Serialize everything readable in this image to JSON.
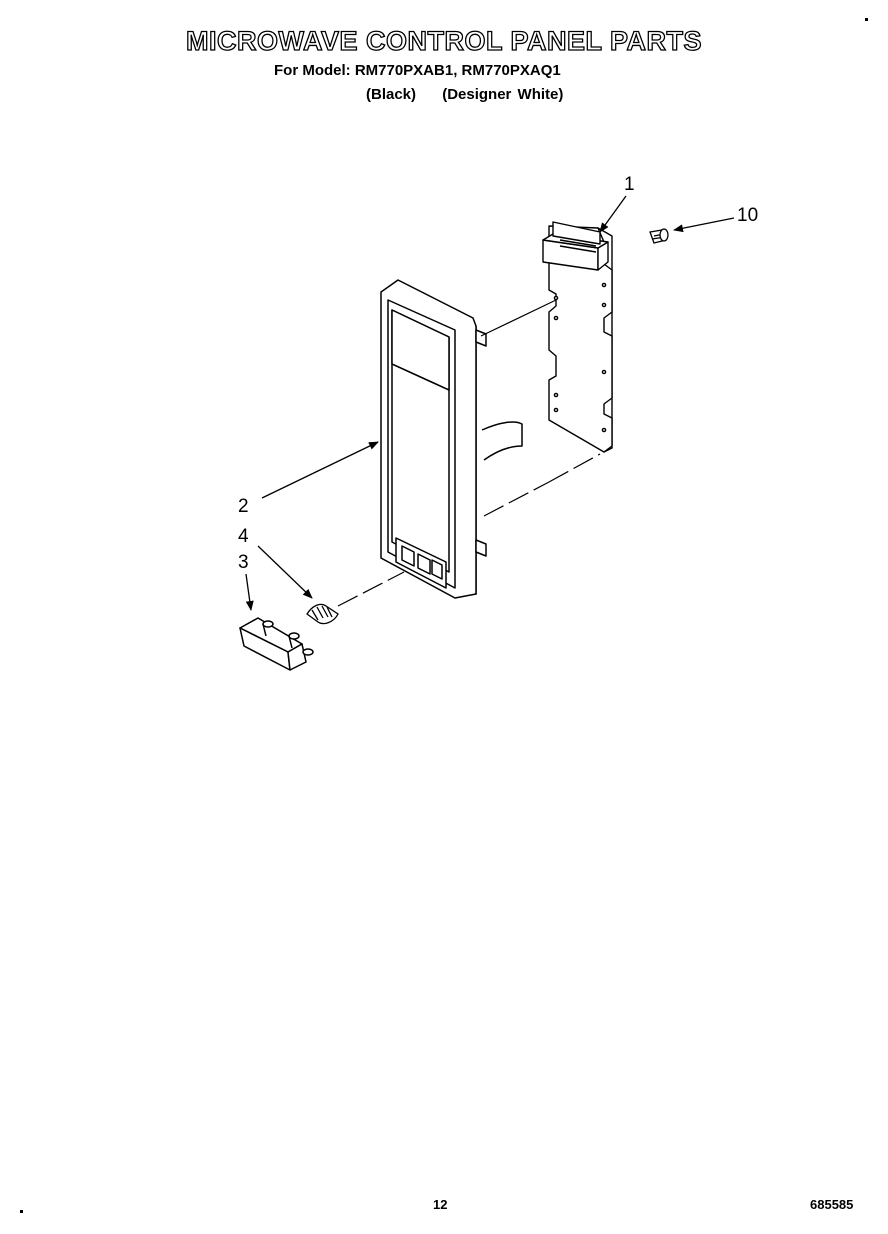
{
  "header": {
    "title": "MICROWAVE CONTROL PANEL PARTS",
    "model_line": "For Model: RM770PXAB1, RM770PXAQ1",
    "variant_black": "(Black)",
    "variant_white": "(Designer White)"
  },
  "callouts": {
    "c1": "1",
    "c2": "2",
    "c3": "3",
    "c4": "4",
    "c10": "10"
  },
  "footer": {
    "page_number": "12",
    "doc_number": "685585"
  }
}
